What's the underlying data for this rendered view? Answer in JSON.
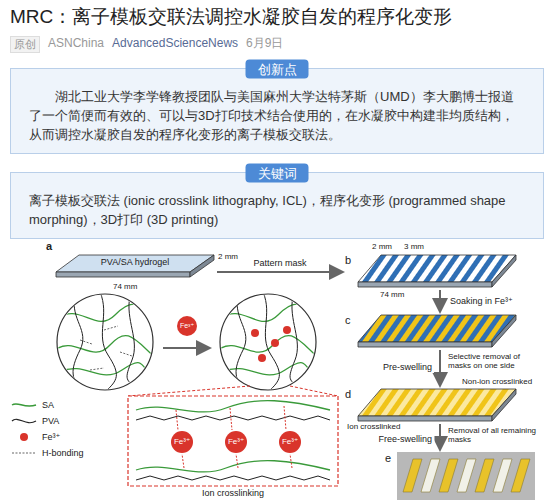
{
  "diagram": {
    "title": "MRC：离子模板交联法调控水凝胶自发的程序化变形",
    "nodes": [
      {
        "text": [
          "创新点",
          "湖北工业大学李学锋教授团队与美国麻州大学达特茅斯（UMD）李大鹏博士报道了一个简便而有效的、可以与3D打印技术结合使用的，在水凝胶中构建非均质结构，从而调控水凝胶自发的程序化变形的离子模板交联法。"
        ]
      },
      {
        "text": [
          "关键词",
          "离子模板交联法 (ionic crosslink lithography, ICL)，程序化变形 (programmed shape morphing)，3D打印 (3D printing)"
        ]
      },
      {
        "text": [
          "PVA/SA hydrogel"
        ]
      },
      {
        "text": [
          "b"
        ]
      },
      {
        "text": [
          "c"
        ]
      },
      {
        "text": [
          "d"
        ]
      },
      {
        "text": [
          "e"
        ]
      }
    ],
    "edges": [
      {
        "from": 2,
        "to": 3,
        "label": "Pattern mask",
        "arrow": "to"
      },
      {
        "from": 3,
        "to": 4,
        "label": "Soaking in Fe³⁺",
        "arrow": "to"
      },
      {
        "from": 4,
        "to": 5,
        "label": "Pre-swelling",
        "arrow": "to"
      },
      {
        "from": 5,
        "to": 6,
        "label": "Free-swelling",
        "arrow": "to"
      }
    ],
    "labels": [
      "原创",
      "ASNChina",
      "AdvancedScienceNews",
      "6月9日",
      "a",
      "74 mm",
      "2 mm",
      "Fe³⁺",
      "2 mm",
      "3 mm",
      "74 mm",
      "Selective removal of masks on one side",
      "Non-ion crosslinked",
      "Ion crosslinked",
      "Removal of all remaining masks",
      "Fe³⁺",
      "Fe³⁺",
      "Fe³⁺",
      "Ion crosslinking"
    ],
    "legend": [
      {
        "text": "SA"
      },
      {
        "text": "PVA"
      },
      {
        "text": "Fe³⁺"
      },
      {
        "text": "H-bonding"
      }
    ]
  }
}
